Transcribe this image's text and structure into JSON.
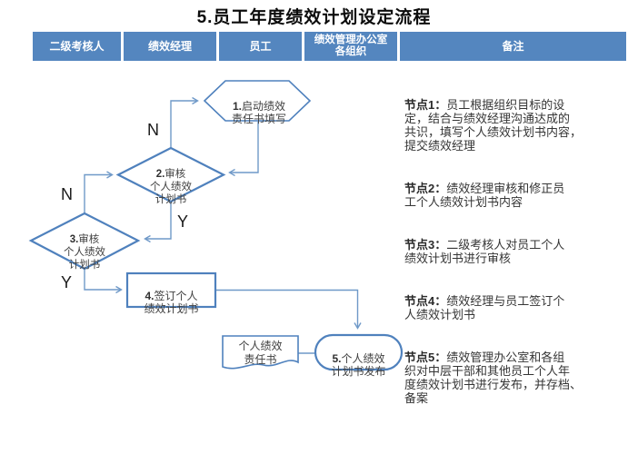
{
  "title": "5.员工年度绩效计划设定流程",
  "colors": {
    "header_bg": "#5486bf",
    "header_text": "#ffffff",
    "shape_border": "#4f81bd",
    "connector": "#6f99c8",
    "shape_text": "#3f3f3f"
  },
  "header": {
    "columns": [
      "二级考核人",
      "绩效经理",
      "员工",
      "绩效管理办公室\n各组织",
      "备注"
    ]
  },
  "flow": {
    "step1": {
      "num": "1.",
      "text": "启动绩效\n责任书填写"
    },
    "step2": {
      "num": "2.",
      "text": "审核\n个人绩效\n计划书"
    },
    "step3": {
      "num": "3.",
      "text": "审核\n个人绩效\n计划书"
    },
    "step4": {
      "num": "4.",
      "text": "签订个人\n绩效计划书"
    },
    "step5": {
      "num": "5.",
      "text": "个人绩效\n计划书发布"
    },
    "document": {
      "text": "个人绩效\n责任书"
    },
    "branch_labels": {
      "step2_no": "N",
      "step2_yes": "Y",
      "step3_no": "N",
      "step3_yes": "Y"
    }
  },
  "notes": [
    {
      "label": "节点1：",
      "text": "员工根据组织目标的设\n定，结合与绩效经理沟通达成的\n共识，填写个人绩效计划书内容，\n提交绩效经理"
    },
    {
      "label": "节点2：",
      "text": "绩效经理审核和修正员\n工个人绩效计划书内容"
    },
    {
      "label": "节点3：",
      "text": "二级考核人对员工个人\n绩效计划书进行审核"
    },
    {
      "label": "节点4：",
      "text": "绩效经理与员工签订个\n人绩效计划书"
    },
    {
      "label": "节点5：",
      "text": "绩效管理办公室和各组\n织对中层干部和其他员工个人年\n度绩效计划书进行发布，并存档、\n备案"
    }
  ]
}
